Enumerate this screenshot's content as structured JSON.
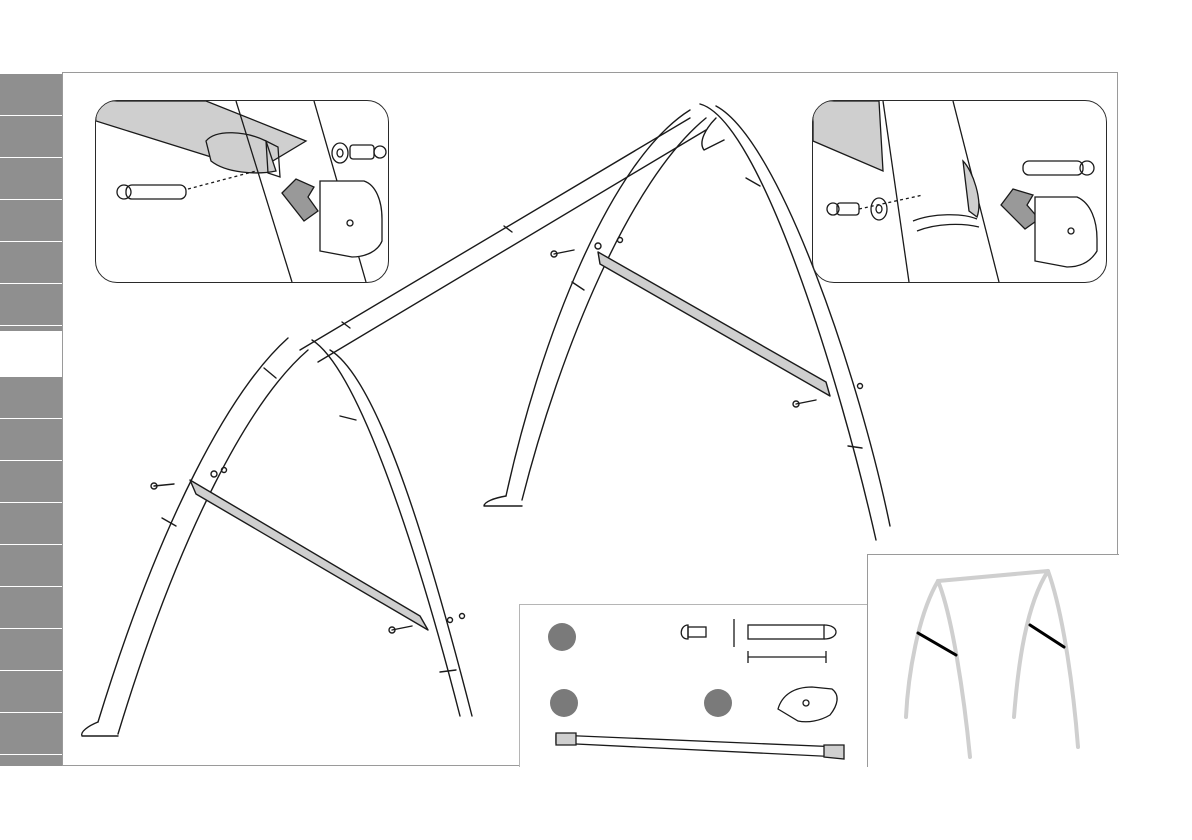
{
  "page": {
    "type": "assembly instruction page",
    "colors": {
      "tab_gray": "#8f8f8f",
      "frame_gray": "#9a9a9a",
      "line": "#1a1a1a",
      "tube_fill": "#ffffff",
      "crossbar_fill": "#cfcfcf",
      "part_marker": "#7a7a7a",
      "overview_frame": "#cfcfcf",
      "overview_highlight": "#000000"
    }
  },
  "side_tabs": {
    "top_count": 6,
    "bottom_count": 9
  },
  "callouts": [
    {
      "id": "left-detail",
      "icon": "bolt-into-cap-detail"
    },
    {
      "id": "right-detail",
      "icon": "bolt-into-cap-detail"
    }
  ],
  "parts": {
    "markers": [
      {
        "id": "marker-1",
        "icon": "filled-circle"
      },
      {
        "id": "marker-2",
        "icon": "filled-circle"
      },
      {
        "id": "marker-3",
        "icon": "filled-circle"
      }
    ],
    "items": [
      "short-bolt",
      "long-bolt",
      "end-cap",
      "crossbar"
    ]
  },
  "overview": {
    "icon": "swing-frame-overview",
    "highlight": "crossbars"
  }
}
